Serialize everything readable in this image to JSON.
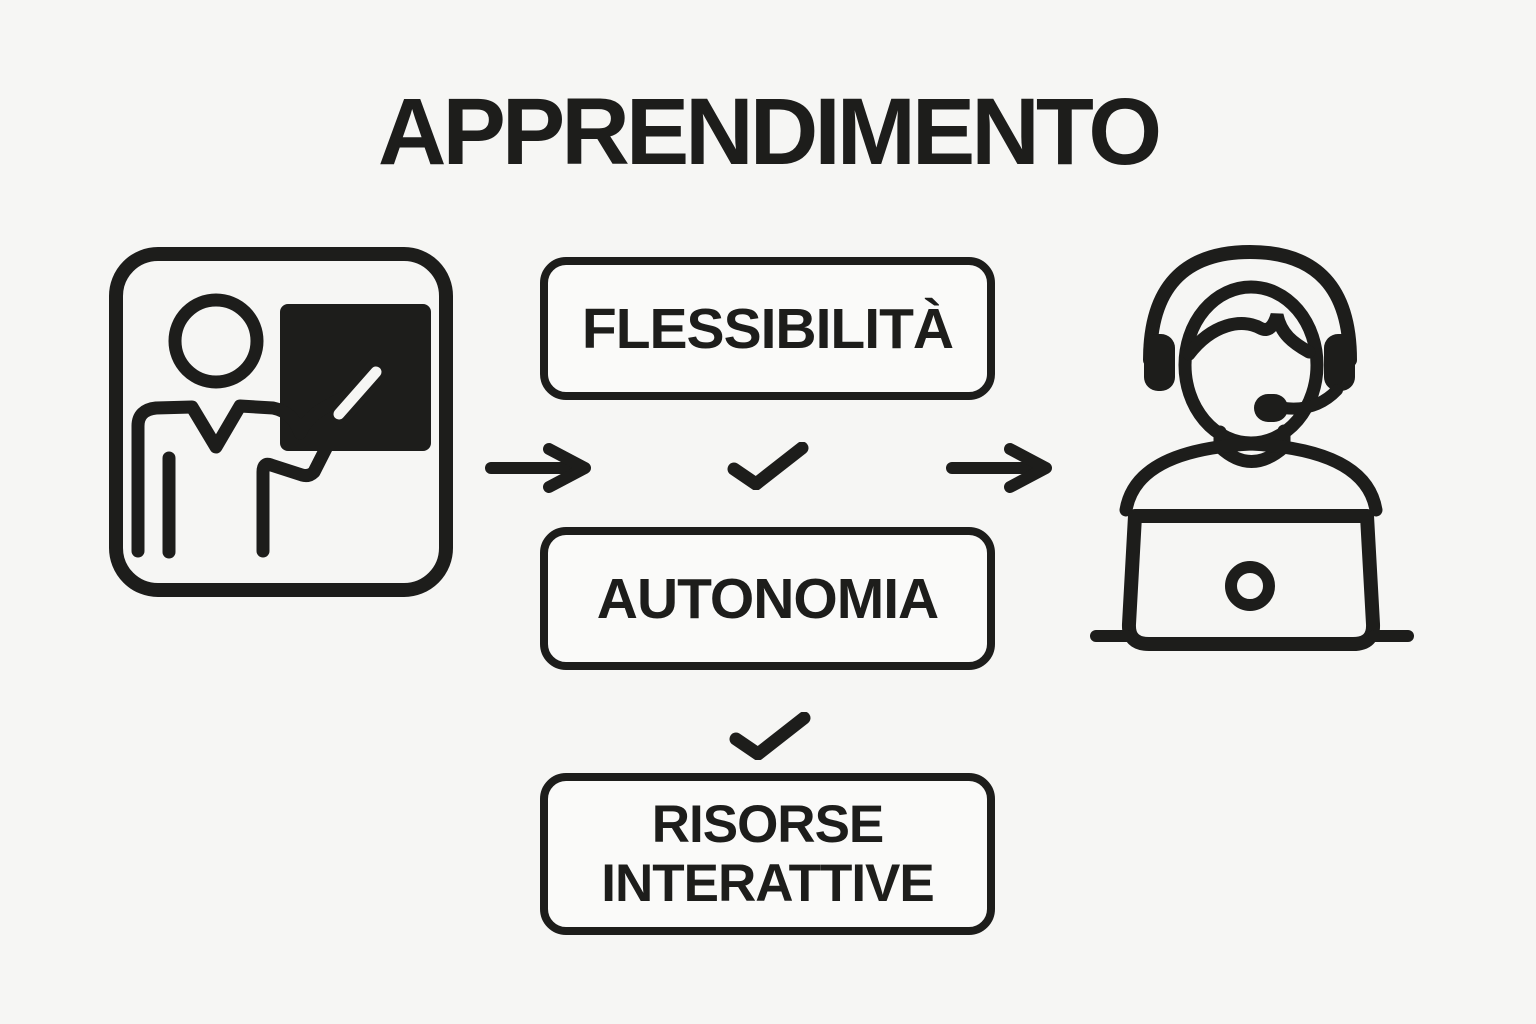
{
  "title": "APPRENDIMENTO",
  "flow": {
    "source": {
      "icon": "teacher-at-blackboard"
    },
    "steps": [
      {
        "label": "FLESSIBILITÀ"
      },
      {
        "label": "AUTONOMIA"
      },
      {
        "label": "RISORSE INTERATTIVE"
      }
    ],
    "connectors": [
      "arrow-right",
      "arrow-right"
    ],
    "step_separators": [
      "checkmark",
      "checkmark"
    ],
    "target": {
      "icon": "student-headset-laptop"
    }
  },
  "colors": {
    "ink": "#1d1d1b",
    "background": "#f6f6f4",
    "box_fill": "#fafaf9"
  }
}
